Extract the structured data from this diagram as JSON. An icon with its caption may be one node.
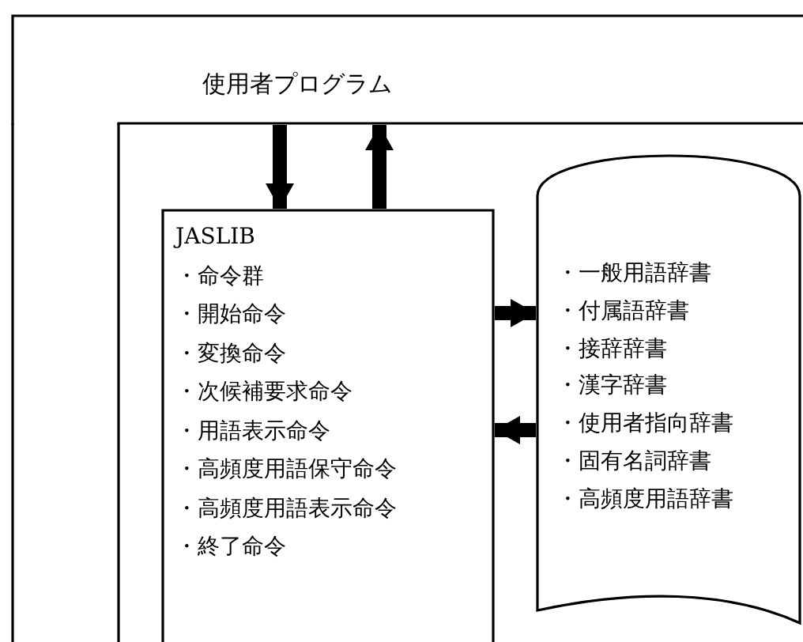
{
  "diagram": {
    "nodes": [
      {
        "text": [
          "使用者プログラム"
        ]
      },
      {
        "text": [
          "JASLIB",
          "・命令群",
          "・開始命令",
          "・変換命令",
          "・次候補要求命令",
          "・用語表示命令",
          "・高頻度用語保守命令",
          "・高頻度用語表示命令",
          "・終了命令"
        ]
      },
      {
        "text": [
          "・一般用語辞書",
          "・付属語辞書",
          "・接辞辞書",
          "・漢字辞書",
          "・使用者指向辞書",
          "・固有名詞辞書",
          "・高頻度用語辞書"
        ]
      }
    ],
    "edges": [
      {
        "from": 0,
        "to": 1,
        "arrow": "to"
      },
      {
        "from": 1,
        "to": 0,
        "arrow": "to"
      },
      {
        "from": 1,
        "to": 2,
        "arrow": "to"
      },
      {
        "from": 2,
        "to": 1,
        "arrow": "to"
      }
    ]
  }
}
